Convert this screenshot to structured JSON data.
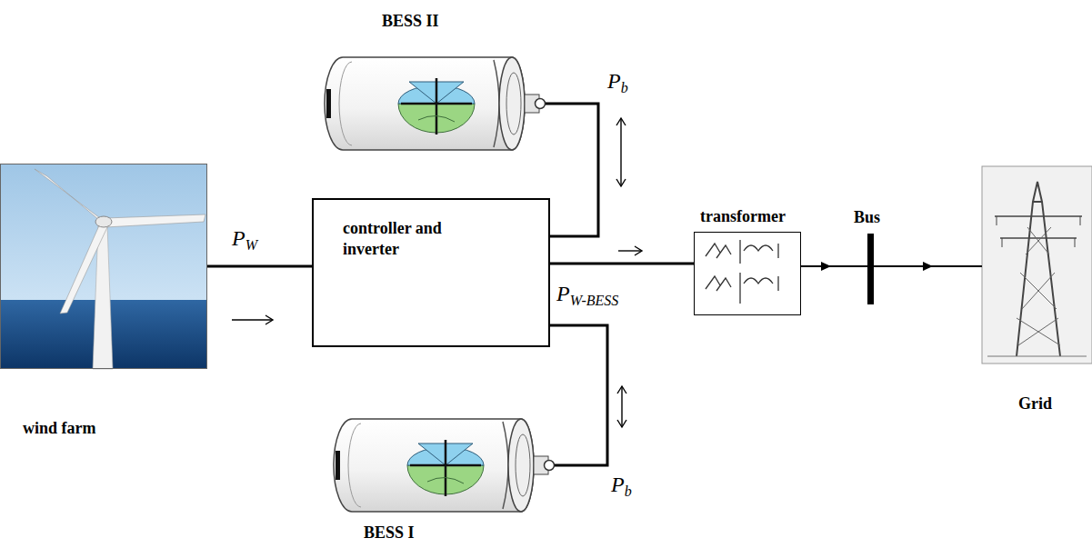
{
  "diagram": {
    "nodes": [
      {
        "text": [
          "BESS II"
        ]
      },
      {
        "text": [
          "wind farm"
        ]
      },
      {
        "text": [
          "controller and inverter"
        ]
      },
      {
        "text": [
          "transformer"
        ]
      },
      {
        "text": [
          "Bus"
        ]
      },
      {
        "text": [
          "Grid"
        ]
      },
      {
        "text": [
          "BESS I"
        ]
      }
    ],
    "edges": [
      {
        "from": 1,
        "to": 2,
        "arrow": "to",
        "label": "PW"
      },
      {
        "from": 2,
        "to": 0,
        "arrow": "both",
        "label": "Pb"
      },
      {
        "from": 2,
        "to": 3,
        "arrow": "to",
        "label": "PW-BESS"
      },
      {
        "from": 2,
        "to": 6,
        "arrow": "both",
        "label": "Pb"
      },
      {
        "from": 3,
        "to": 4,
        "arrow": "to"
      },
      {
        "from": 4,
        "to": 5,
        "arrow": "to"
      }
    ]
  }
}
